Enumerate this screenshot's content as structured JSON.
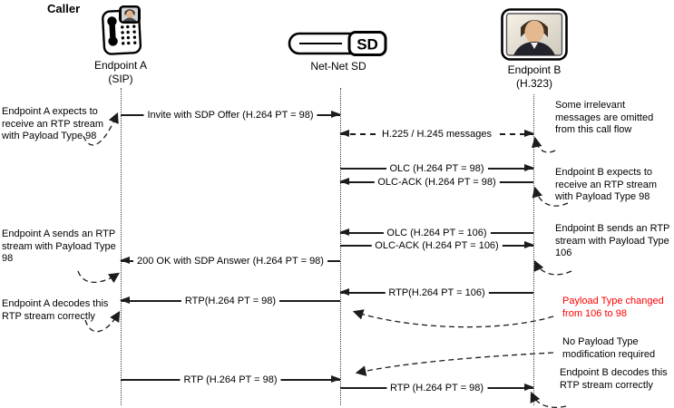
{
  "diagram": {
    "caller_label": "Caller",
    "actors": [
      {
        "id": "endpoint-a",
        "name": "Endpoint A",
        "protocol": "(SIP)",
        "icon": "sip-phone-icon"
      },
      {
        "id": "net-net-sd",
        "name": "Net-Net SD",
        "badge": "SD",
        "icon": "sd-device-icon"
      },
      {
        "id": "endpoint-b",
        "name": "Endpoint B",
        "protocol": "(H.323)",
        "icon": "person-photo-icon"
      }
    ],
    "messages": [
      {
        "label": "Invite with SDP Offer (H.264 PT = 98)",
        "from": "Endpoint A",
        "to": "Net-Net SD",
        "style": "solid"
      },
      {
        "label": "H.225 / H.245 messages",
        "from": "Net-Net SD",
        "to": "Endpoint B",
        "style": "dashed",
        "bidirectional": true
      },
      {
        "label": "OLC (H.264 PT = 98)",
        "from": "Net-Net SD",
        "to": "Endpoint B",
        "style": "solid"
      },
      {
        "label": "OLC-ACK (H.264 PT = 98)",
        "from": "Endpoint B",
        "to": "Net-Net SD",
        "style": "solid"
      },
      {
        "label": "OLC (H.264 PT = 106)",
        "from": "Endpoint B",
        "to": "Net-Net SD",
        "style": "solid"
      },
      {
        "label": "OLC-ACK (H.264 PT = 106)",
        "from": "Net-Net SD",
        "to": "Endpoint B",
        "style": "solid"
      },
      {
        "label": "200 OK with SDP Answer (H.264 PT = 98)",
        "from": "Net-Net SD",
        "to": "Endpoint A",
        "style": "solid"
      },
      {
        "label": "RTP(H.264 PT = 106)",
        "from": "Endpoint B",
        "to": "Net-Net SD",
        "style": "solid"
      },
      {
        "label": "RTP(H.264 PT = 98)",
        "from": "Net-Net SD",
        "to": "Endpoint A",
        "style": "solid"
      },
      {
        "label": "RTP (H.264 PT = 98)",
        "from": "Endpoint A",
        "to": "Net-Net SD",
        "style": "solid"
      },
      {
        "label": "RTP (H.264 PT = 98)",
        "from": "Net-Net SD",
        "to": "Endpoint B",
        "style": "solid"
      }
    ],
    "annotations": {
      "left": [
        {
          "text": "Endpoint A expects to receive an RTP stream with Payload Type 98"
        },
        {
          "text": "Endpoint A sends an RTP stream with Payload Type 98"
        },
        {
          "text": "Endpoint A decodes this RTP stream correctly"
        }
      ],
      "right": [
        {
          "text": "Some irrelevant messages are omitted from this call flow"
        },
        {
          "text": "Endpoint B expects to receive an RTP stream with Payload Type 98"
        },
        {
          "text": "Endpoint B sends an RTP stream with Payload Type 106"
        },
        {
          "text": "Payload Type changed from 106 to 98",
          "color": "#ff0000"
        },
        {
          "text": "No Payload Type modification required"
        },
        {
          "text": "Endpoint B decodes this RTP stream correctly"
        }
      ]
    },
    "colors": {
      "highlight": "#ff0000",
      "line": "#1c1c1c",
      "background": "#ffffff"
    }
  }
}
